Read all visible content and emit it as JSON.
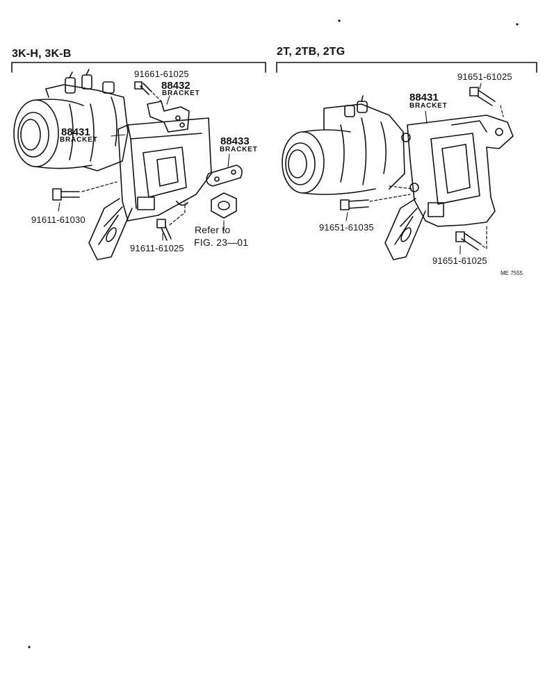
{
  "sections": {
    "left": {
      "models": "3K-H, 3K-B"
    },
    "right": {
      "models": "2T, 2TB, 2TG"
    }
  },
  "left_parts": {
    "bolt_top": "91661-61025",
    "bracket_88432": {
      "number": "88432",
      "name": "BRACKET"
    },
    "bracket_88431": {
      "number": "88431",
      "name": "BRACKET"
    },
    "bracket_88433": {
      "number": "88433",
      "name": "BRACKET"
    },
    "bolt_left": "91611-61030",
    "bolt_bottom": "91611-61025",
    "refer_line1": "Refer to",
    "refer_line2": "FIG. 23—01"
  },
  "right_parts": {
    "bolt_top": "91651-61025",
    "bracket_88431": {
      "number": "88431",
      "name": "BRACKET"
    },
    "bolt_left": "91651-61035",
    "bolt_bottom": "91651-61025"
  },
  "figure_code": "ME 7555"
}
